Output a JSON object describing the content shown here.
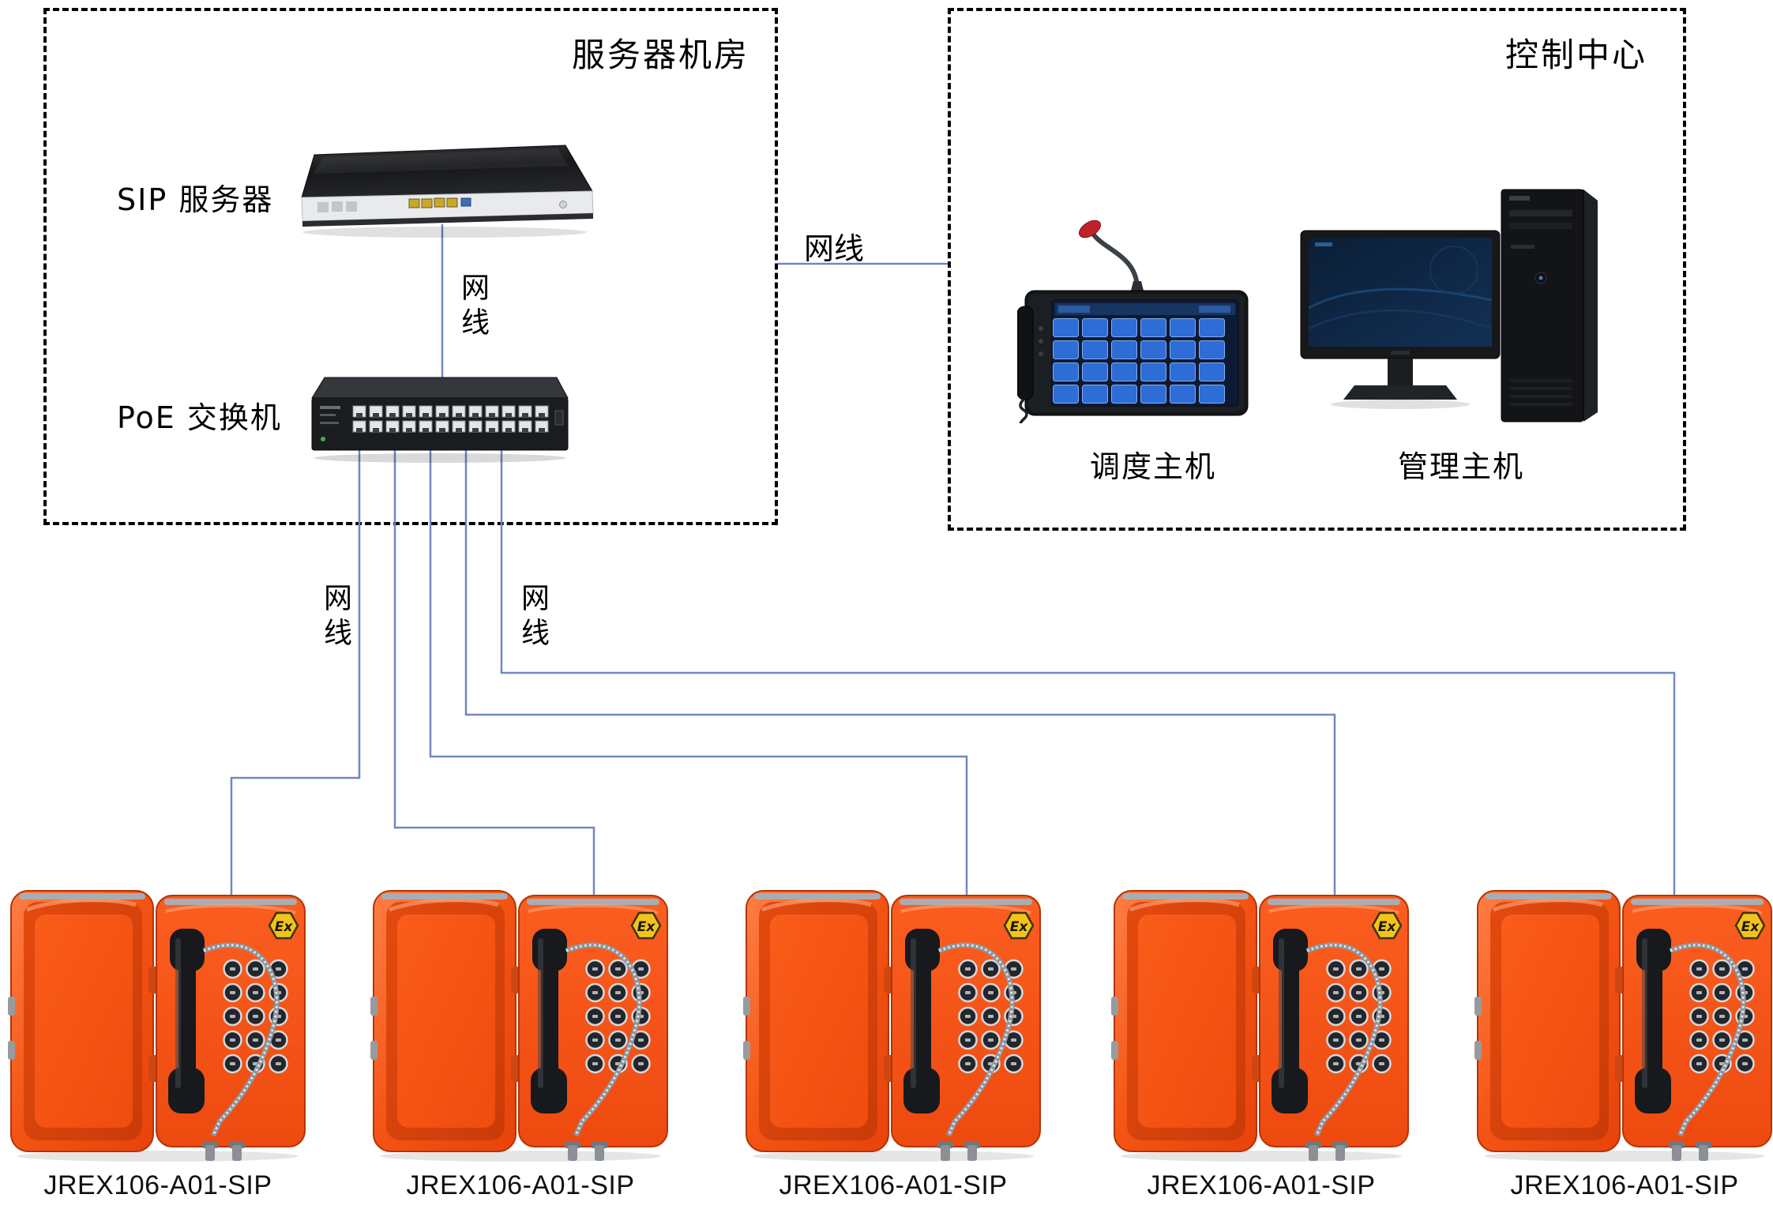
{
  "server_room": {
    "title": "服务器机房",
    "sip_server_label": "SIP 服务器",
    "poe_switch_label": "PoE 交换机",
    "cable_label_server_switch": "网线"
  },
  "control_center": {
    "title": "控制中心",
    "dispatch_host_label": "调度主机",
    "management_host_label": "管理主机"
  },
  "cables": {
    "interbox_label": "网线",
    "branch_left_label": "网线",
    "branch_right_label": "网线"
  },
  "phones": [
    {
      "label": "JREX106-A01-SIP"
    },
    {
      "label": "JREX106-A01-SIP"
    },
    {
      "label": "JREX106-A01-SIP"
    },
    {
      "label": "JREX106-A01-SIP"
    },
    {
      "label": "JREX106-A01-SIP"
    }
  ],
  "phone_unit": {
    "ex_badge": "Ex"
  },
  "colors": {
    "cable_line": "#7288bd",
    "box_border": "#000000",
    "phone_orange": "#f4511e",
    "ex_badge_yellow": "#f2c41b"
  }
}
